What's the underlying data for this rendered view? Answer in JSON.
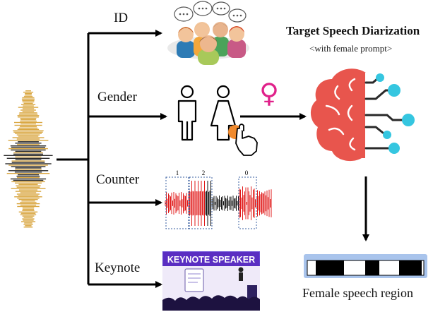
{
  "branches": {
    "id": "ID",
    "gender": "Gender",
    "counter": "Counter",
    "keynote": "Keynote"
  },
  "counter_marks": [
    "1",
    "2",
    "0"
  ],
  "keynote_banner": "KEYNOTE SPEAKER",
  "female_symbol": "♀",
  "output": {
    "title": "Target Speech Diarization",
    "subtitle": "<with female prompt>",
    "caption": "Female speech region"
  },
  "colors": {
    "waveform_gold": "#d9a640",
    "waveform_dark": "#2a2a2a",
    "brain_red": "#e8554d",
    "brain_cyan": "#35c6e0",
    "female_pink": "#e0218a",
    "counter_red": "#e01818",
    "banner_purple": "#5a2ec2",
    "timeline_blue": "#a9c4ec"
  }
}
